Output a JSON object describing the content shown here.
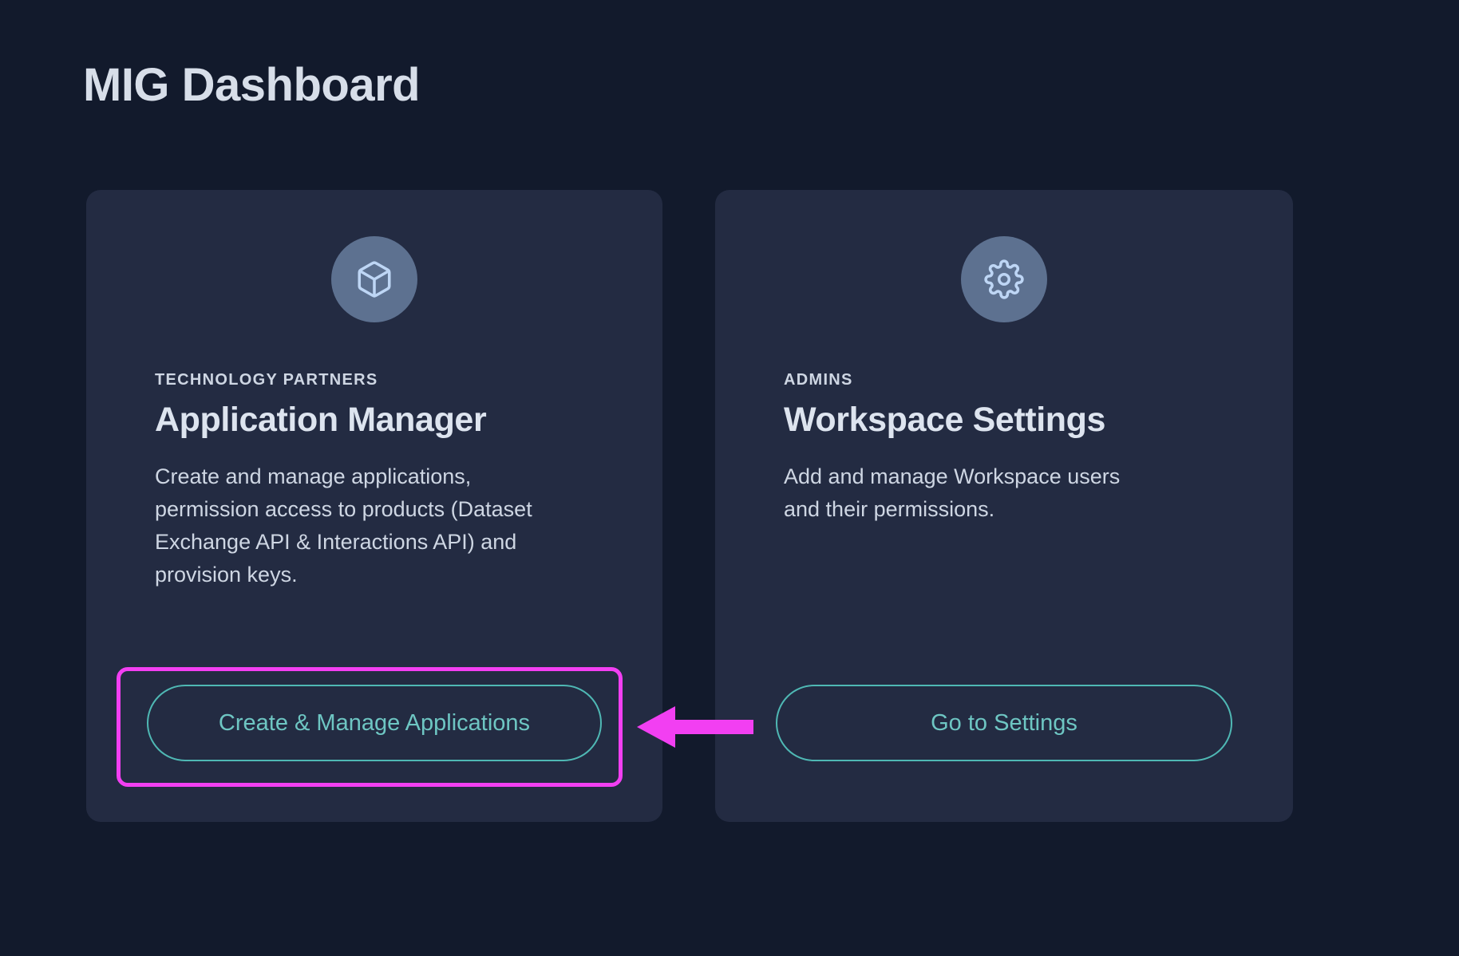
{
  "page": {
    "title": "MIG Dashboard",
    "background_color": "#121a2c",
    "card_color": "#232b42",
    "accent_color": "#4fb8b4",
    "annotation_color": "#f23ff2",
    "icon_circle_color": "#5d7190"
  },
  "cards": [
    {
      "icon": "cube-icon",
      "eyebrow": "TECHNOLOGY PARTNERS",
      "heading": "Application Manager",
      "description": "Create and manage applications, permission access to products (Dataset Exchange API & Interactions API) and provision keys.",
      "button_label": "Create & Manage Applications",
      "highlighted": true
    },
    {
      "icon": "gear-icon",
      "eyebrow": "ADMINS",
      "heading": "Workspace Settings",
      "description": "Add and manage Workspace users and their permissions.",
      "button_label": "Go to Settings",
      "highlighted": false
    }
  ],
  "annotation": {
    "type": "arrow-left",
    "target": "Create & Manage Applications",
    "color": "#f23ff2"
  }
}
